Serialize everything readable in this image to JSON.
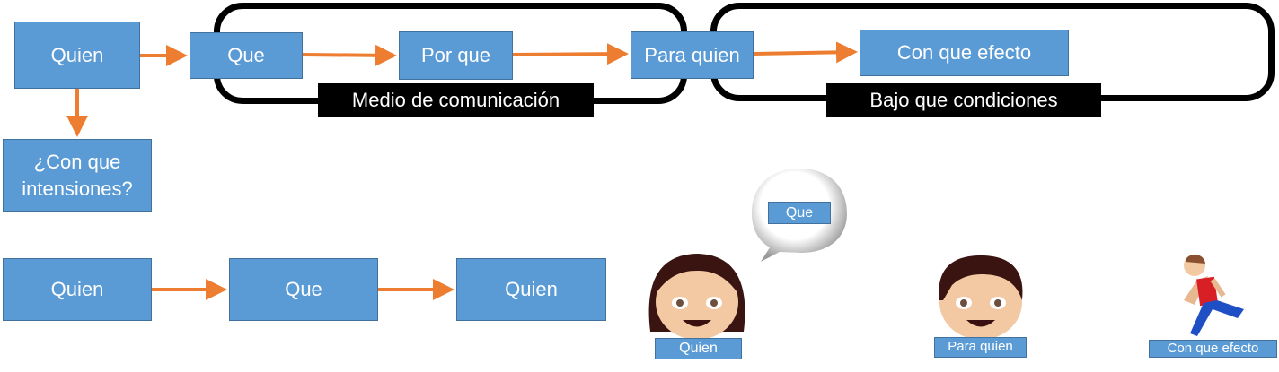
{
  "top_flow": {
    "quien": "Quien",
    "que": "Que",
    "por_que": "Por que",
    "para_quien": "Para quien",
    "con_que_efecto": "Con que efecto",
    "intensiones": "¿Con que intensiones?"
  },
  "groups": {
    "medio": "Medio de comunicación",
    "condiciones": "Bajo que condiciones"
  },
  "bottom_flow": {
    "sender": "Quien",
    "message": "Que",
    "receiver": "Quien"
  },
  "illustration": {
    "speech": "Que",
    "girl_label": "Quien",
    "boy_label": "Para quien",
    "runner_label": "Con que efecto"
  },
  "colors": {
    "box": "#5b9bd5",
    "arrow": "#ed7d31"
  }
}
